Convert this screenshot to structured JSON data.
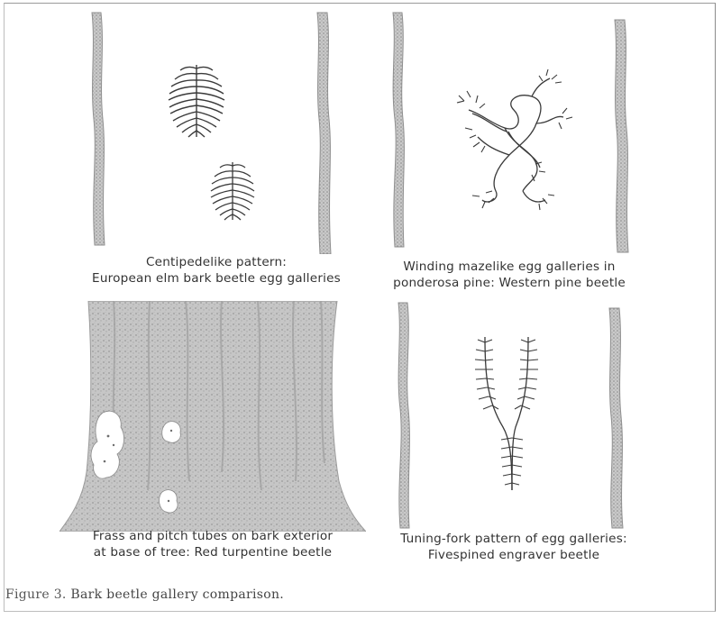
{
  "figure": {
    "label": "Figure 3.",
    "caption": "Bark beetle gallery comparison."
  },
  "panels": [
    {
      "id": "european-elm",
      "caption_line1": "Centipedelike pattern:",
      "caption_line2": "European elm bark beetle egg galleries"
    },
    {
      "id": "western-pine",
      "caption_line1": "Winding mazelike egg galleries in",
      "caption_line2": "ponderosa pine: Western pine beetle"
    },
    {
      "id": "red-turpentine",
      "caption_line1": "Frass and pitch tubes on bark exterior",
      "caption_line2": "at base of tree: Red turpentine beetle"
    },
    {
      "id": "fivespined-engraver",
      "caption_line1": "Tuning-fork pattern of egg galleries:",
      "caption_line2": "Fivespined engraver beetle"
    }
  ],
  "colors": {
    "ink": "#3a3a3a",
    "bark_edge": "#8f8f8f",
    "bark_fill": "#b9b9b9",
    "trunk": "#c4c4c4",
    "pitch_tube": "#ffffff"
  }
}
